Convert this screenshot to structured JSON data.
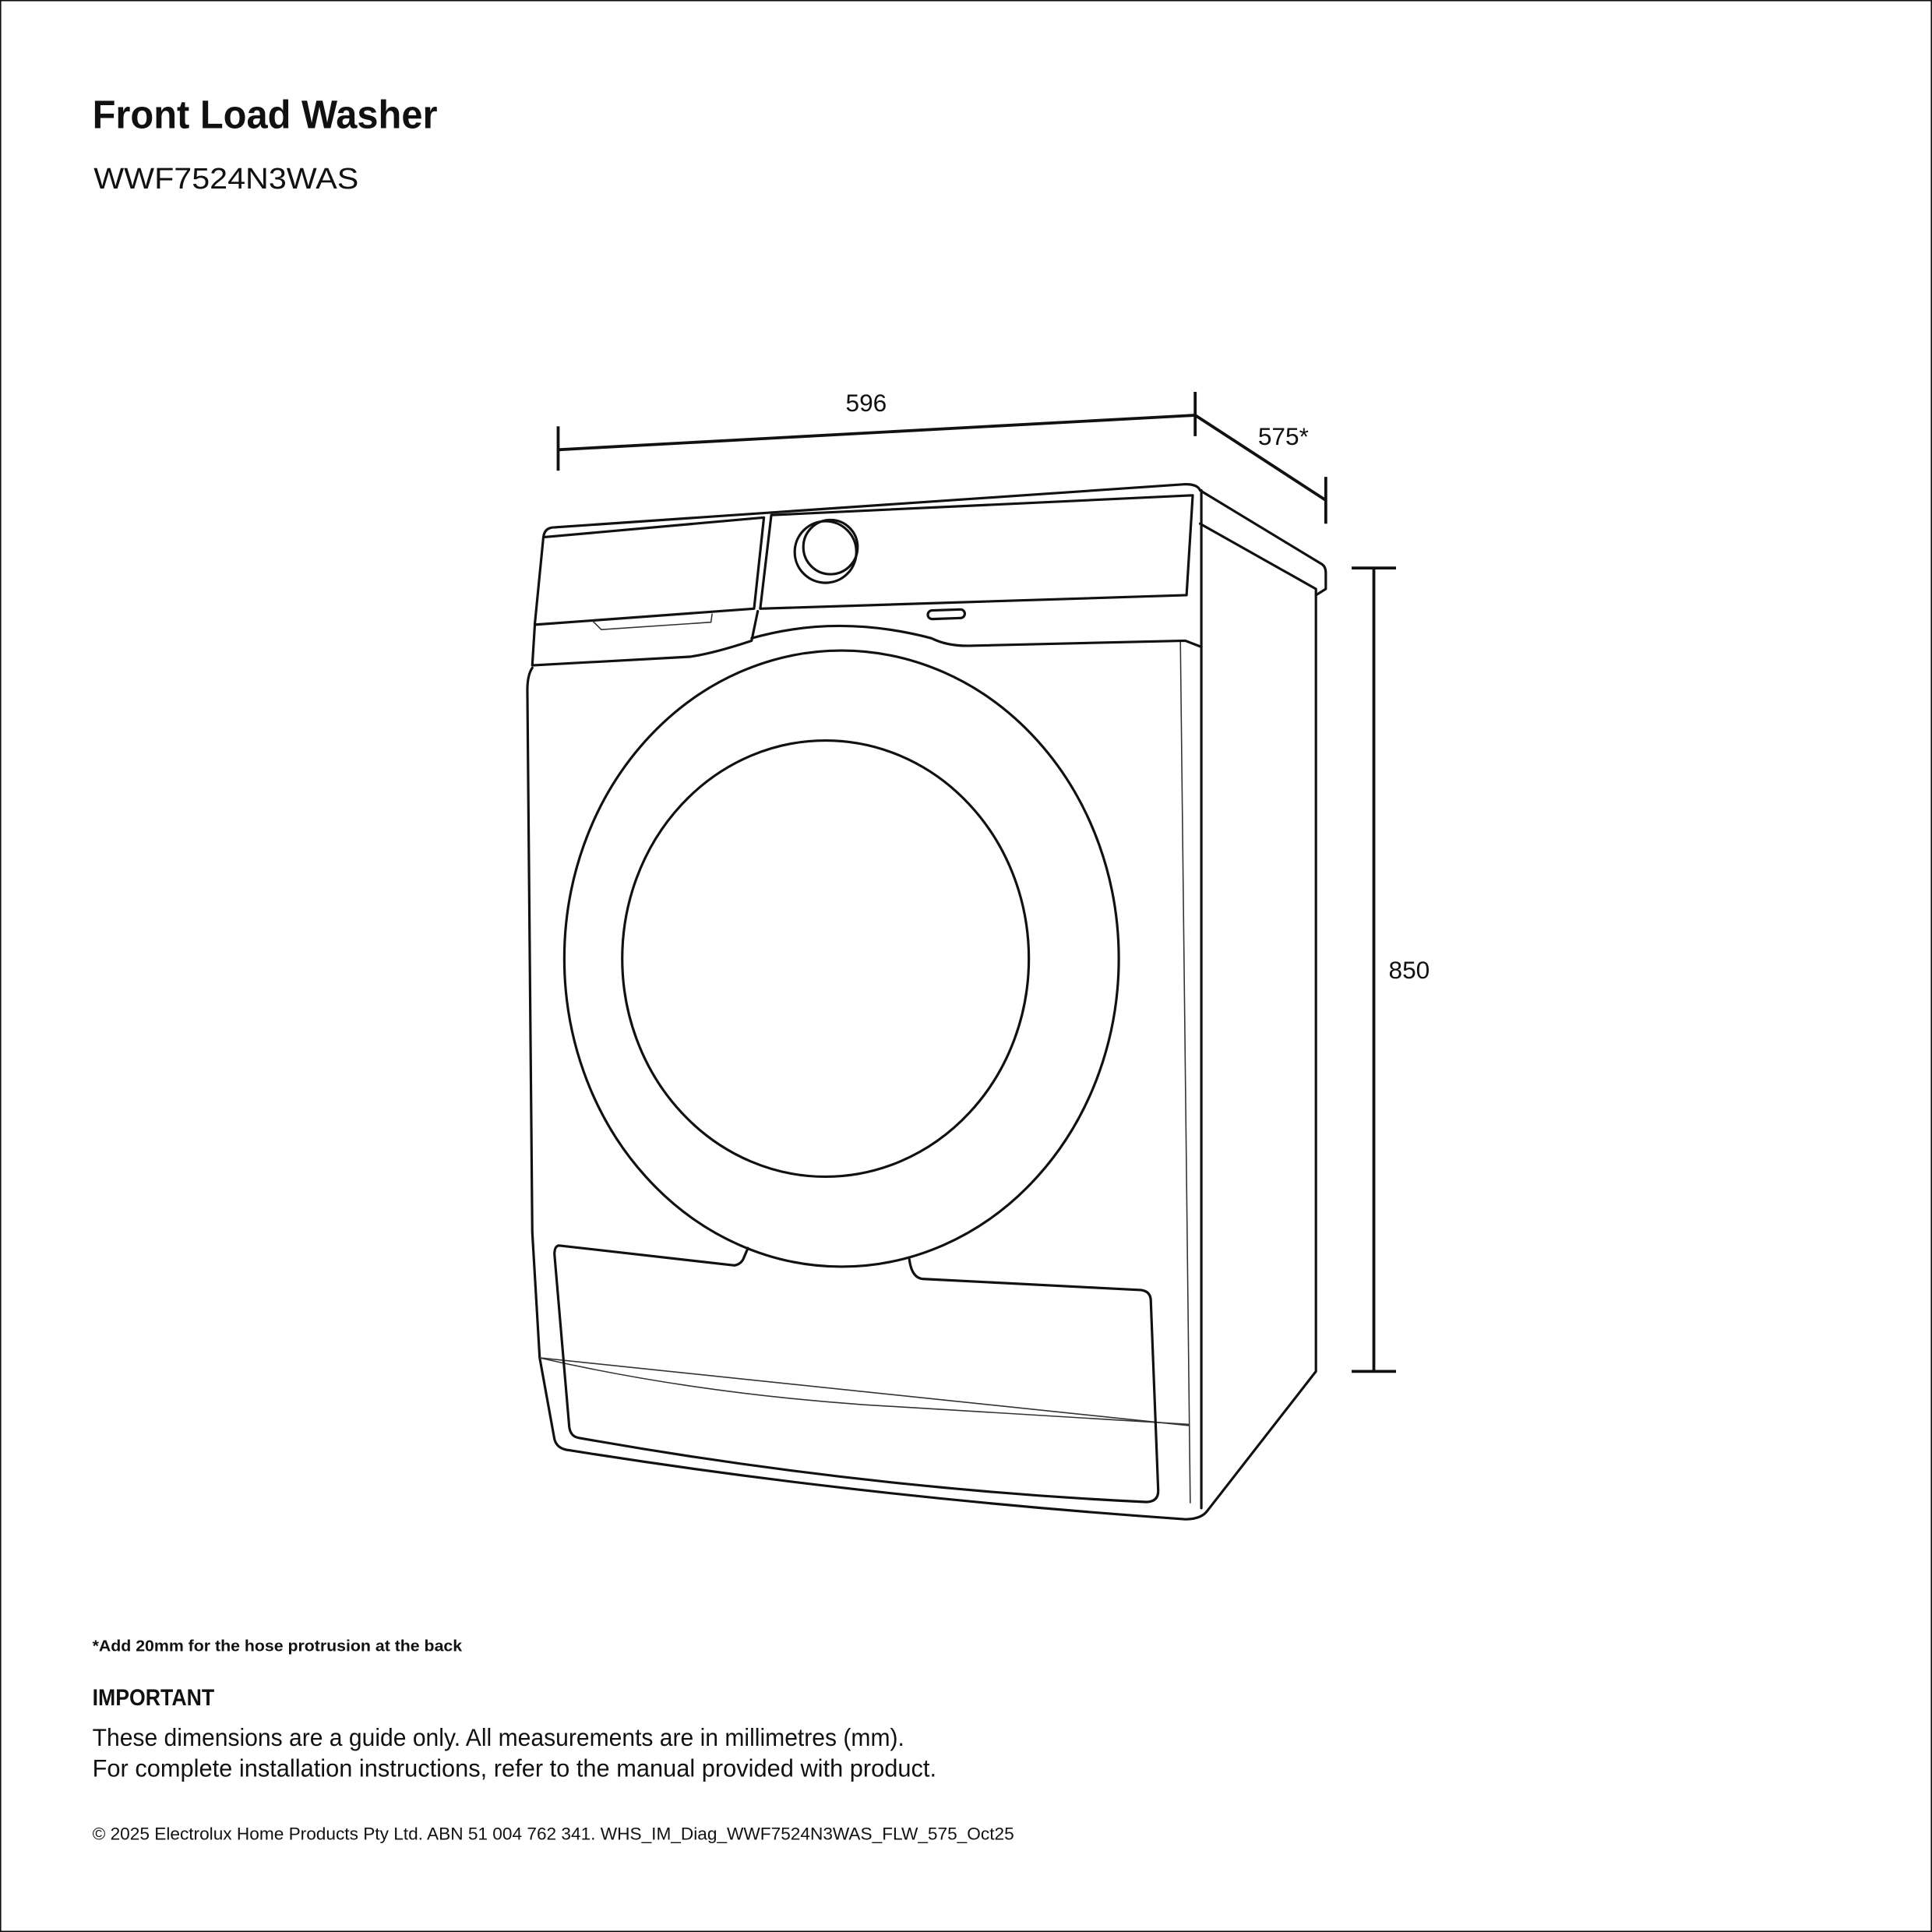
{
  "header": {
    "title": "Front Load Washer",
    "model": "WWF7524N3WAS"
  },
  "dimensions": {
    "width": "596",
    "depth": "575*",
    "height": "850"
  },
  "notes": {
    "footnote": "*Add 20mm for the hose protrusion at the back",
    "important_heading": "IMPORTANT",
    "line1": "These dimensions are a guide only. All measurements are in millimetres (mm).",
    "line2": "For complete installation instructions, refer to the manual provided with product."
  },
  "footer": {
    "copyright": "© 2025 Electrolux Home Products Pty Ltd. ABN 51 004 762 341. WHS_IM_Diag_WWF7524N3WAS_FLW_575_Oct25"
  }
}
